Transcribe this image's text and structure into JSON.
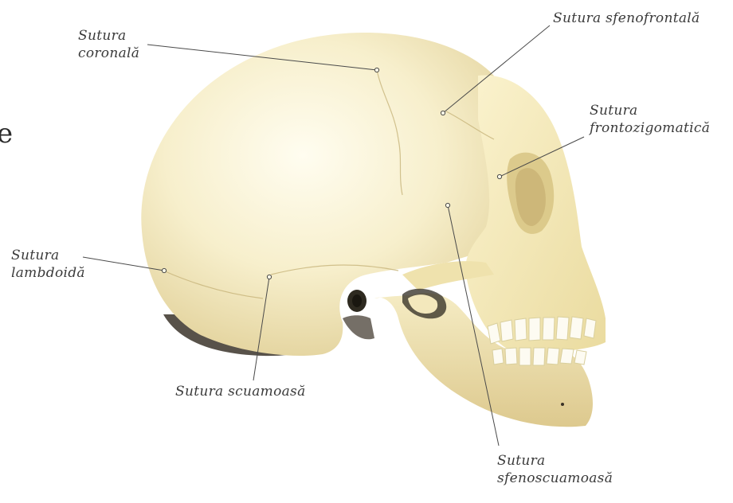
{
  "edge_fragment": "e",
  "labels": {
    "coronala": {
      "line1": "Sutura",
      "line2": "coronală"
    },
    "sfenofrontala": {
      "text": "Sutura sfenofrontală"
    },
    "frontozigomatica": {
      "line1": "Sutura",
      "line2": "frontozigomatică"
    },
    "lambdoida": {
      "line1": "Sutura",
      "line2": "lambdoidă"
    },
    "scuamoasa": {
      "text": "Sutura scuamoasă"
    },
    "sfenoscuamoasa": {
      "line1": "Sutura",
      "line2": "sfenoscuamoasă"
    }
  },
  "colors": {
    "bone_light": "#fbf6dc",
    "bone_mid": "#f1e6b4",
    "bone_shadow": "#c9b986",
    "cavity_dark": "#2e2a20",
    "leader_line": "#4a4a4a",
    "text": "#3a3a3a"
  }
}
